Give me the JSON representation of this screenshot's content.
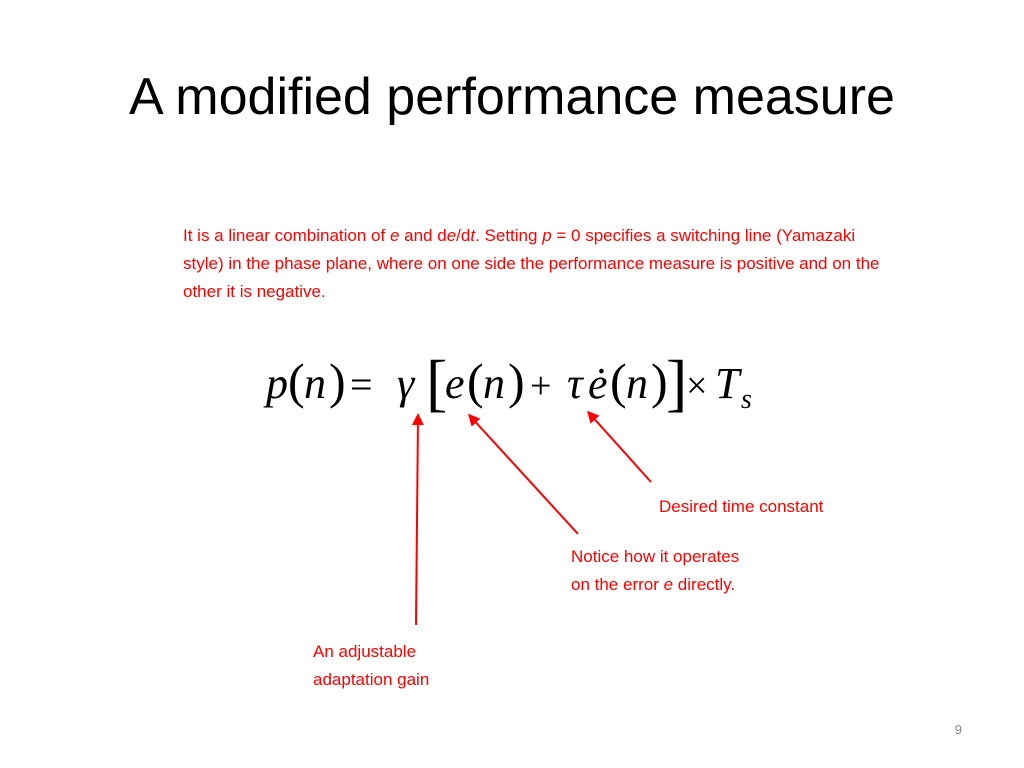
{
  "slide": {
    "title": "A modified performance measure",
    "intro": {
      "t1": "It is a linear combination of ",
      "e1": "e",
      "t2": " and d",
      "e2": "e",
      "t3": "/d",
      "e3": "t",
      "t4": ". Setting ",
      "e4": "p",
      "t5": " = 0 specifies a switching line (Yamazaki style) in the phase plane, where on one side the performance measure is positive and on the other it is negative."
    },
    "equation": {
      "p": "p",
      "lparen1": "(",
      "n1": "n",
      "rparen1": ")",
      "equals": "=",
      "gamma": "γ",
      "lbracket": "[",
      "e": "e",
      "lparen2": "(",
      "n2": "n",
      "rparen2": ")",
      "plus": "+",
      "tau": "τ",
      "edot": "ė",
      "lparen3": "(",
      "n3": "n",
      "rparen3": ")",
      "rbracket": "]",
      "times": "×",
      "T": "T",
      "s": "s"
    },
    "annotations": {
      "tau_label": "Desired time constant",
      "e_label_line1": "Notice how it operates",
      "e_label_line2_pre": "on the error ",
      "e_label_line2_var": "e",
      "e_label_line2_post": " directly.",
      "gamma_label_line1": "An adjustable",
      "gamma_label_line2": "adaptation gain"
    },
    "page_number": "9",
    "colors": {
      "accent": "#ff0000",
      "text": "#000000",
      "page_number": "#8a8a8a"
    }
  }
}
